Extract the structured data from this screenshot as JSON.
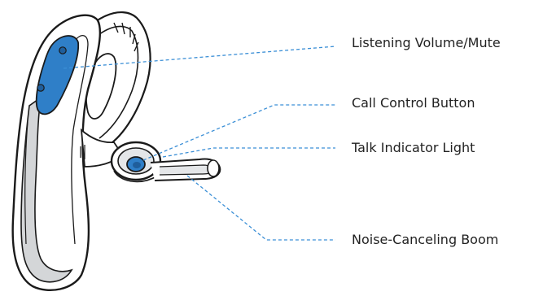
{
  "callouts": [
    {
      "label": "Listening Volume/Mute"
    },
    {
      "label": "Call Control Button"
    },
    {
      "label": "Talk Indicator Light"
    },
    {
      "label": "Noise-Canceling Boom"
    }
  ],
  "colors": {
    "accent_blue": "#2f7fc8",
    "leader_line": "#3b8fd6",
    "outline": "#1a1a1a",
    "body_gray": "#d4d6d8",
    "text": "#222222"
  }
}
